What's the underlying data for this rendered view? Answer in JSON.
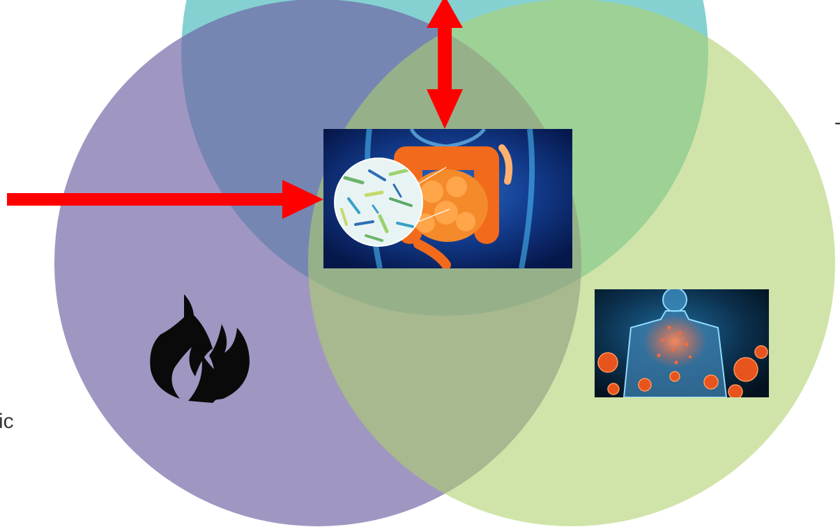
{
  "diagram": {
    "type": "venn",
    "circle_colors": [
      "#7ecfd0",
      "#8b7fb6",
      "#bfd98a"
    ],
    "overlap_color": "#6b7f8c",
    "arrow_color": "#ff0000",
    "partial_labels": {
      "left": "ic",
      "right": "⌟"
    }
  },
  "icons": {
    "flame": "fire-icon",
    "gut_image": "gut-microbiome-illustration",
    "body_image": "body-infection-illustration"
  }
}
